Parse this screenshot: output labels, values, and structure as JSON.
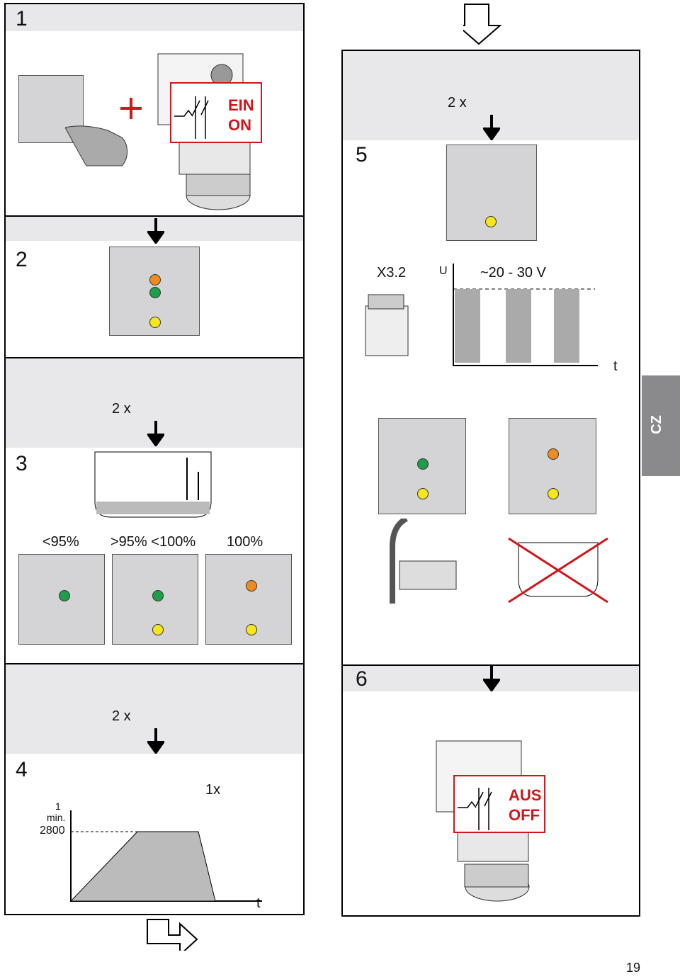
{
  "steps": {
    "s1": "1",
    "s2": "2",
    "s3": "3",
    "s4": "4",
    "s5": "5",
    "s6": "6"
  },
  "power_on": {
    "line1": "EIN",
    "line2": "ON"
  },
  "power_off": {
    "line1": "AUS",
    "line2": "OFF"
  },
  "press_twice": "2 x",
  "press_once": "1x",
  "level_labels": [
    "<95%",
    ">95% <100%",
    "100%"
  ],
  "connector_label": "X3.2",
  "voltage_axis": "U",
  "voltage_value": "~20 - 30 V",
  "time_axis": "t",
  "speed_unit_num": "1",
  "speed_unit_den": "min.",
  "speed_value": "2800",
  "language_tab": "CZ",
  "page_number": "19",
  "colors": {
    "orange": "#f08c1e",
    "green": "#1e9e4a",
    "yellow": "#f5e61e",
    "red": "#d0161b",
    "panel_gray": "#d4d4d6",
    "band_gray": "#e8e8ea"
  }
}
